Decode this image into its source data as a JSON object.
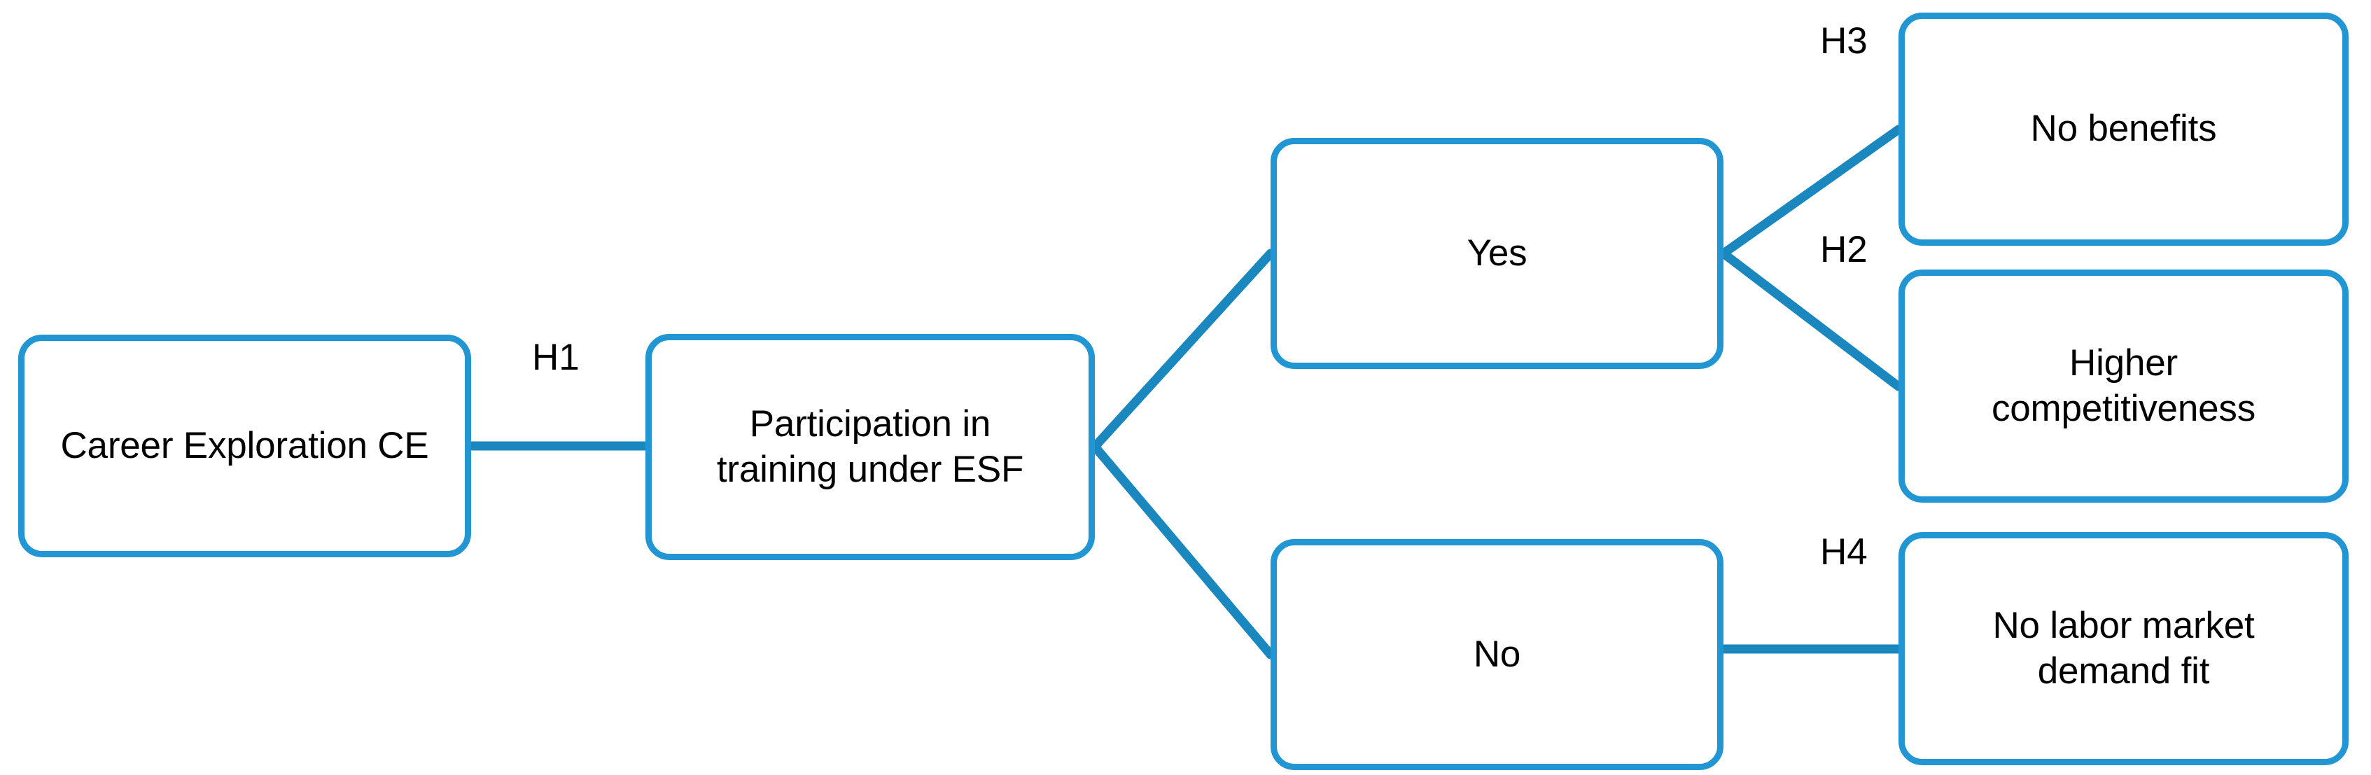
{
  "diagram": {
    "title": "Career exploration and ESF training participation hypotheses model",
    "background_color": "#ffffff",
    "node_border_color": "#2196D3",
    "node_fill_color": "#ffffff",
    "connector_color": "#1A87BE",
    "text_color": "#000000",
    "nodes": [
      {
        "id": "career",
        "label": "Career Exploration CE"
      },
      {
        "id": "participation",
        "label": "Participation in\ntraining under ESF"
      },
      {
        "id": "yes",
        "label": "Yes"
      },
      {
        "id": "no",
        "label": "No"
      },
      {
        "id": "nobenefits",
        "label": "No benefits"
      },
      {
        "id": "higher",
        "label": "Higher\ncompetitiveness"
      },
      {
        "id": "nofit",
        "label": "No labor market\ndemand fit"
      }
    ],
    "edges": [
      {
        "id": "h1",
        "label": "H1",
        "from": "career",
        "to": "participation"
      },
      {
        "id": "h3",
        "label": "H3",
        "from": "yes",
        "to": "nobenefits"
      },
      {
        "id": "h2",
        "label": "H2",
        "from": "yes",
        "to": "higher"
      },
      {
        "id": "h4",
        "label": "H4",
        "from": "no",
        "to": "nofit"
      },
      {
        "id": "branch-yes",
        "label": "",
        "from": "participation",
        "to": "yes"
      },
      {
        "id": "branch-no",
        "label": "",
        "from": "participation",
        "to": "no"
      }
    ]
  }
}
